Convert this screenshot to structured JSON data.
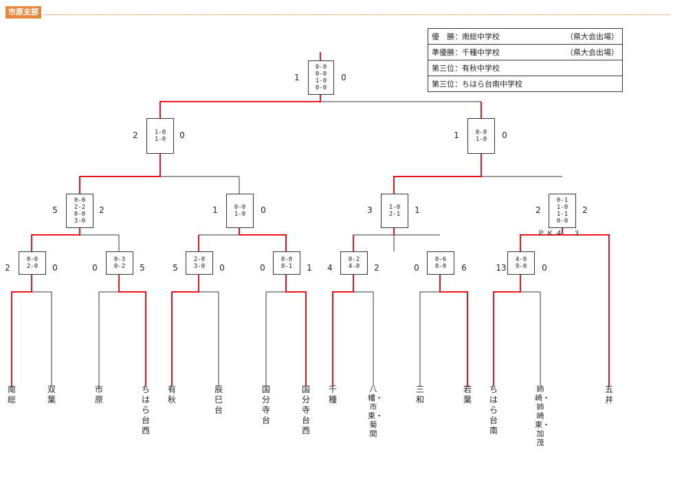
{
  "header": {
    "label": "市原支部"
  },
  "results": [
    {
      "label": "優　勝：南総中学校",
      "note": "（県大会出場）"
    },
    {
      "label": "準優勝：千種中学校",
      "note": "（県大会出場）"
    },
    {
      "label": "第三位：有秋中学校",
      "note": ""
    },
    {
      "label": "第三位：ちはら台南中学校",
      "note": ""
    }
  ],
  "teams": [
    "南総",
    "双葉",
    "市原",
    "ちはら台西",
    "有秋",
    "辰巳台",
    "国分寺台",
    "国分寺台西",
    "千種",
    "八幡・市東・菊間",
    "三和",
    "若葉",
    "ちはら台南",
    "姉崎・姉崎東・加茂",
    "五井"
  ],
  "matches": {
    "final": {
      "left": "1",
      "right": "0",
      "periods": [
        "0-0",
        "0-0",
        "1-0",
        "0-0"
      ]
    },
    "semi1": {
      "left": "2",
      "right": "0",
      "periods": [
        "1-0",
        "1-0"
      ]
    },
    "semi2": {
      "left": "1",
      "right": "0",
      "periods": [
        "0-0",
        "1-0"
      ]
    },
    "qf1": {
      "left": "5",
      "right": "2",
      "periods": [
        "0-0",
        "2-2",
        "0-0",
        "3-0"
      ]
    },
    "qf2": {
      "left": "1",
      "right": "0",
      "periods": [
        "0-0",
        "1-0"
      ]
    },
    "qf3": {
      "left": "3",
      "right": "1",
      "periods": [
        "1-0",
        "2-1"
      ]
    },
    "qf4": {
      "left": "2",
      "right": "2",
      "periods": [
        "0-1",
        "1-0",
        "1-1",
        "0-0"
      ],
      "pk": "ＰＫ４　３"
    },
    "r1a": {
      "left": "2",
      "right": "0",
      "periods": [
        "0-0",
        "2-0"
      ]
    },
    "r1b": {
      "left": "0",
      "right": "5",
      "periods": [
        "0-3",
        "0-2"
      ]
    },
    "r1c": {
      "left": "5",
      "right": "0",
      "periods": [
        "2-0",
        "3-0"
      ]
    },
    "r1d": {
      "left": "0",
      "right": "1",
      "periods": [
        "0-0",
        "0-1"
      ]
    },
    "r1e": {
      "left": "4",
      "right": "2",
      "periods": [
        "0-2",
        "4-0"
      ]
    },
    "r1f": {
      "left": "0",
      "right": "6",
      "periods": [
        "0-6",
        "0-0"
      ]
    },
    "r1g": {
      "left": "13",
      "right": "0",
      "periods": [
        "4-0",
        "9-0"
      ]
    }
  },
  "colors": {
    "winner": "#e8131b",
    "line": "#333333",
    "accent": "#e8893a"
  }
}
